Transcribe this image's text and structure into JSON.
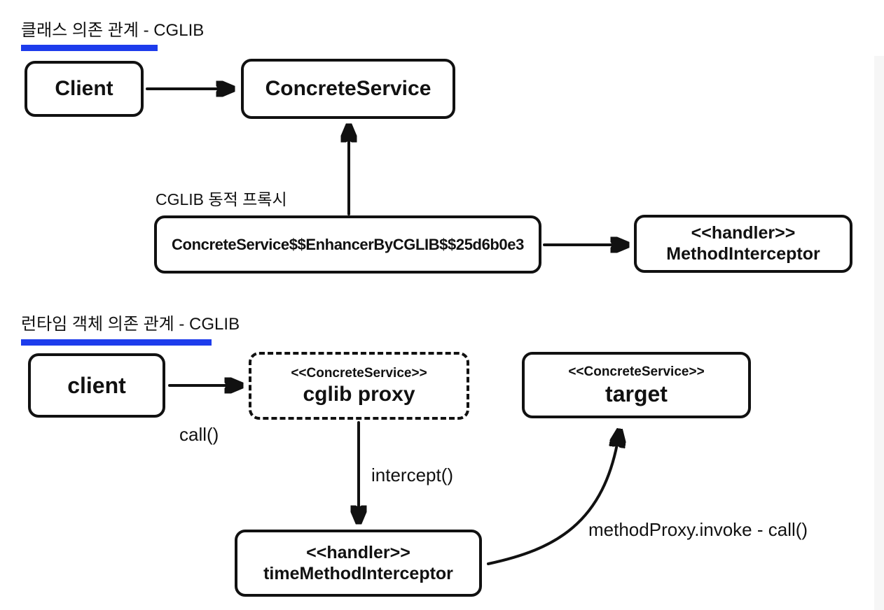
{
  "colors": {
    "ink": "#111111",
    "underline": "#1d3cec",
    "background": "#ffffff"
  },
  "section1": {
    "title": "클래스 의존 관계 - CGLIB",
    "proxy_caption": "CGLIB 동적 프록시",
    "nodes": {
      "client": {
        "label": "Client"
      },
      "concrete_service": {
        "label": "ConcreteService"
      },
      "enhancer": {
        "label": "ConcreteService$$EnhancerByCGLIB$$25d6b0e3"
      },
      "method_interceptor": {
        "stereotype": "<<handler>>",
        "label": "MethodInterceptor"
      }
    }
  },
  "section2": {
    "title": "런타임 객체 의존 관계 - CGLIB",
    "nodes": {
      "client": {
        "label": "client"
      },
      "cglib_proxy": {
        "stereotype": "<<ConcreteService>>",
        "label": "cglib proxy"
      },
      "target": {
        "stereotype": "<<ConcreteService>>",
        "label": "target"
      },
      "time_method_interceptor": {
        "stereotype": "<<handler>>",
        "label": "timeMethodInterceptor"
      }
    },
    "edge_labels": {
      "call": "call()",
      "intercept": "intercept()",
      "method_proxy_invoke": "methodProxy.invoke - call()"
    }
  }
}
